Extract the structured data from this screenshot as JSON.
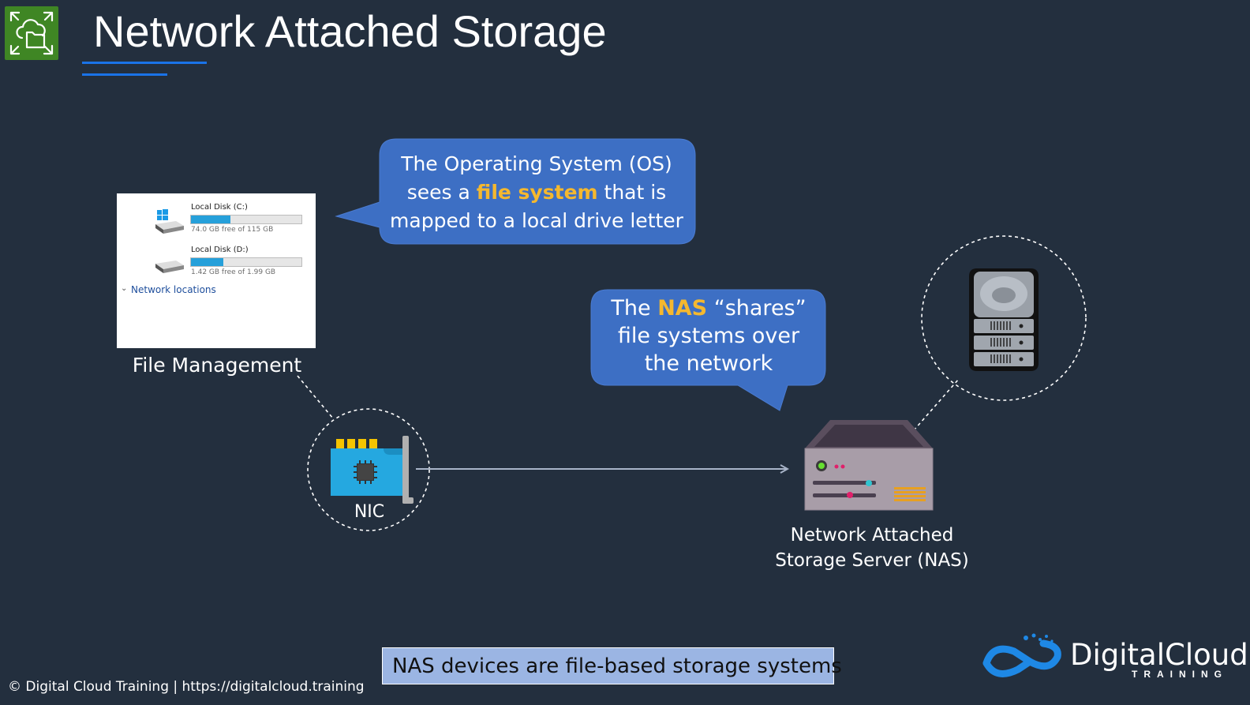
{
  "slide": {
    "title": "Network Attached Storage"
  },
  "file_manager": {
    "disks": [
      {
        "name": "Local Disk (C:)",
        "free": "74.0 GB free of 115 GB",
        "used_fraction": 0.36
      },
      {
        "name": "Local Disk (D:)",
        "free": "1.42 GB free of 1.99 GB",
        "used_fraction": 0.29
      }
    ],
    "network_locations": "Network locations",
    "label": "File Management"
  },
  "bubble_os": {
    "line1": "The Operating System (OS)",
    "line2_pre": "sees a ",
    "line2_highlight": "file system",
    "line2_post": " that is",
    "line3": "mapped to a local drive letter"
  },
  "bubble_nas": {
    "line1_pre": "The ",
    "line1_highlight": "NAS",
    "line1_post": " “shares”",
    "line2": "file systems over",
    "line3": "the network"
  },
  "nic": {
    "label": "NIC"
  },
  "nas": {
    "label_line1": "Network Attached",
    "label_line2": "Storage Server (NAS)"
  },
  "callout": {
    "text": "NAS devices are file-based storage systems"
  },
  "footer": {
    "text": "© Digital Cloud Training  | https://digitalcloud.training"
  },
  "logo": {
    "name": "DigitalCloud",
    "tagline": "TRAINING"
  },
  "colors": {
    "background": "#232f3e",
    "bubble": "#3d6fc4",
    "highlight": "#f5b82e",
    "accent_line": "#1a73e8",
    "callout_box": "#9bb5e3",
    "icon_green": "#3f8624"
  }
}
